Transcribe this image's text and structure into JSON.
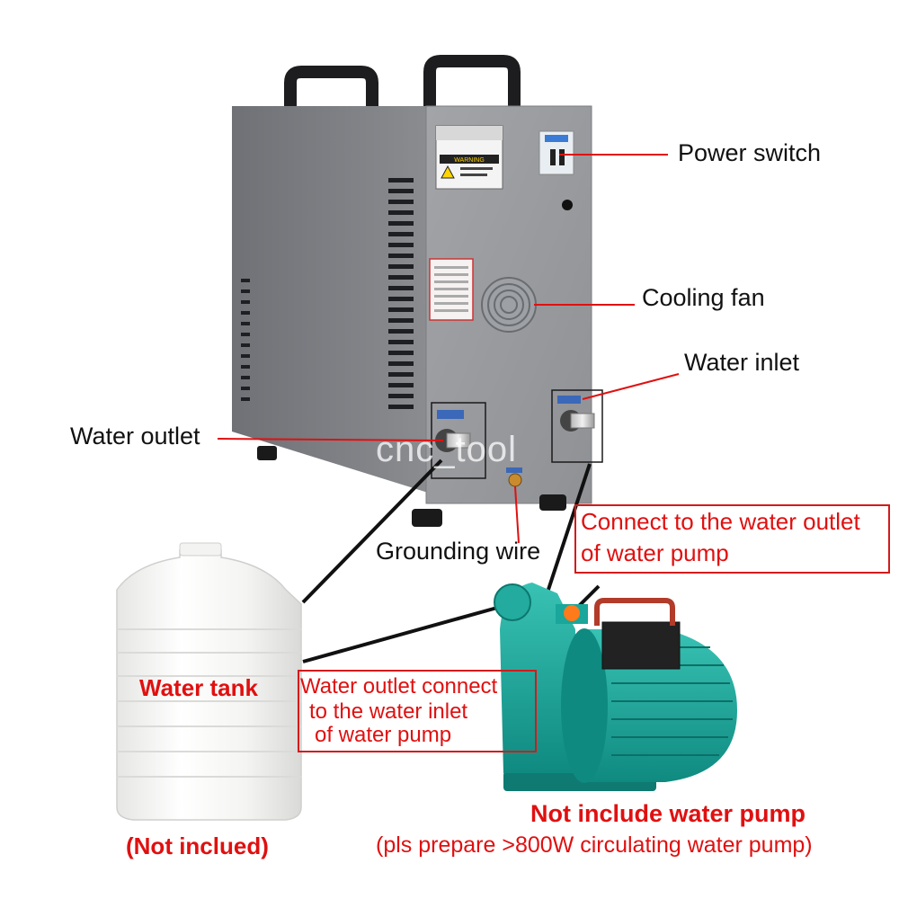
{
  "labels": {
    "power_switch": "Power switch",
    "cooling_fan": "Cooling fan",
    "water_inlet": "Water inlet",
    "water_outlet": "Water outlet",
    "grounding_wire": "Grounding wire",
    "water_tank": "Water tank",
    "not_inclued": "(Not inclued)"
  },
  "notes": {
    "connect_outlet_line1": "Connect to the water outlet",
    "connect_outlet_line2": "of water pump",
    "outlet_connect_line1": "Water outlet connect",
    "outlet_connect_line2": "to the water inlet",
    "outlet_connect_line3": "of water pump"
  },
  "pump_notice": {
    "title": "Not include water pump",
    "subtitle": "(pls prepare >800W circulating water pump)"
  },
  "watermark": "cnc_tool",
  "chiller_panel": {
    "warning_text": "WARNING"
  },
  "colors": {
    "accent_red": "#e01010",
    "chiller_grey": "#8e9094",
    "pump_teal": "#1aa69a",
    "tank_white": "#f2f2f0"
  }
}
